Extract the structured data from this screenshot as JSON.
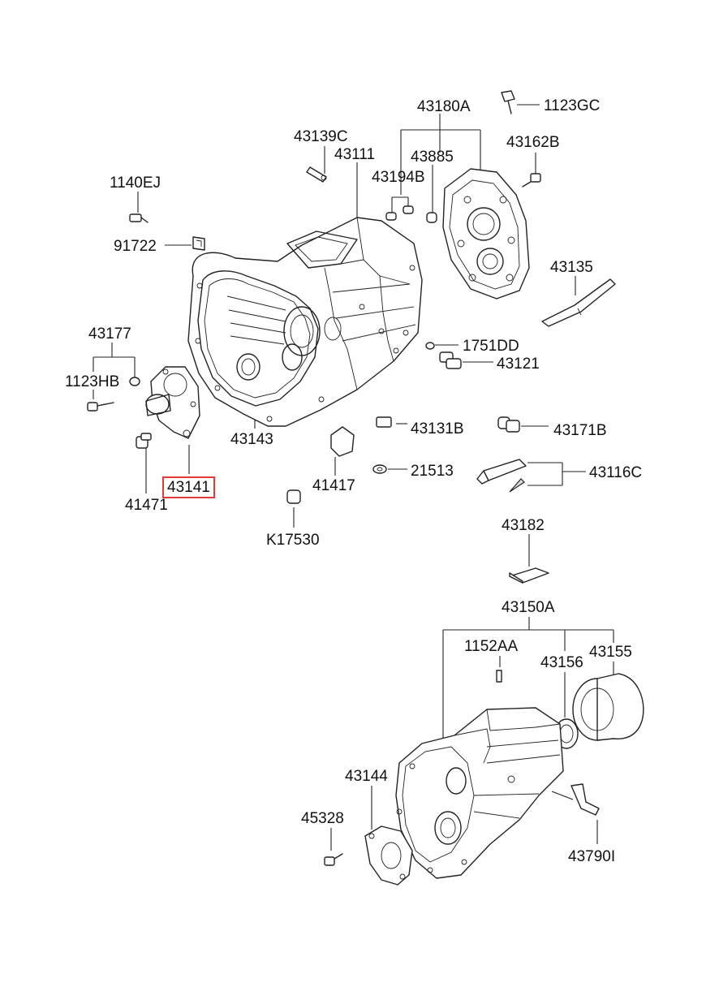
{
  "labels": {
    "l43180A": "43180A",
    "l1123GC": "1123GC",
    "l43139C": "43139C",
    "l43111": "43111",
    "l43885": "43885",
    "l43162B": "43162B",
    "l43194B": "43194B",
    "l1140EJ": "1140EJ",
    "l91722": "91722",
    "l43135": "43135",
    "l43177": "43177",
    "l1751DD": "1751DD",
    "l43121": "43121",
    "l1123HB": "1123HB",
    "l43131B": "43131B",
    "l43171B": "43171B",
    "l43143": "43143",
    "l21513": "21513",
    "l43116C": "43116C",
    "l41417": "41417",
    "l43141": "43141",
    "l41471": "41471",
    "lK17530": "K17530",
    "l43182": "43182",
    "l43150A": "43150A",
    "l1152AA": "1152AA",
    "l43155": "43155",
    "l43156": "43156",
    "l43144": "43144",
    "l45328": "45328",
    "l43790I": "43790I"
  },
  "highlight": {
    "part": "43141",
    "color": "#e03a3a"
  }
}
